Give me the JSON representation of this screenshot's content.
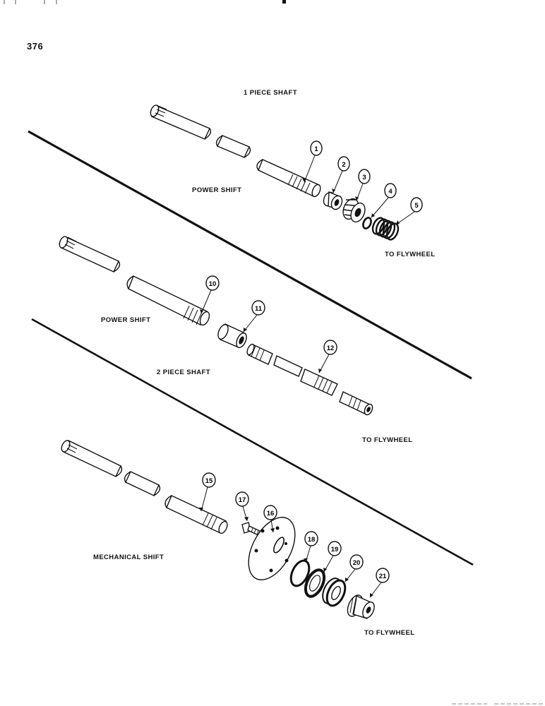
{
  "page_number": "376",
  "sections": {
    "top": {
      "title": "1 PIECE SHAFT",
      "shift": "POWER SHIFT",
      "destination": "TO FLYWHEEL",
      "callouts": [
        "1",
        "2",
        "3",
        "4",
        "5"
      ]
    },
    "middle": {
      "shift": "POWER SHIFT",
      "title": "2 PIECE SHAFT",
      "destination": "TO FLYWHEEL",
      "callouts": [
        "10",
        "11",
        "12"
      ]
    },
    "bottom": {
      "shift": "MECHANICAL SHIFT",
      "destination": "TO FLYWHEEL",
      "callouts": [
        "15",
        "17",
        "16",
        "18",
        "19",
        "20",
        "21"
      ]
    }
  },
  "colors": {
    "ink": "#111111",
    "paper": "#ffffff"
  }
}
